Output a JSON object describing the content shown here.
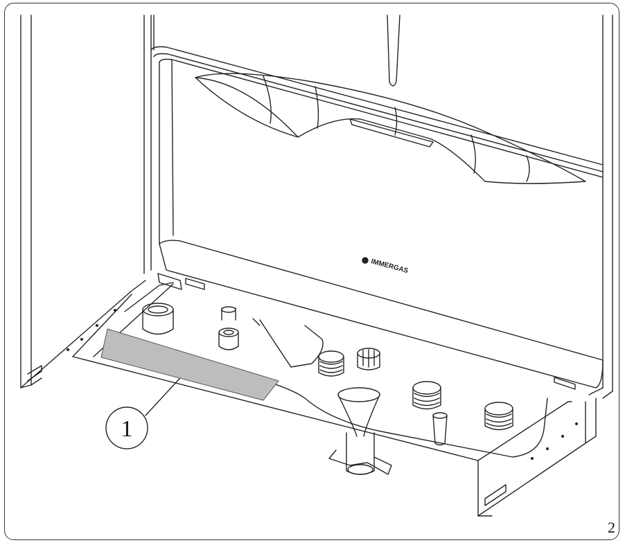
{
  "figure": {
    "brand_logo_text": "IMMERGAS",
    "callout_label": "1",
    "figure_number": "2"
  },
  "colors": {
    "label_area": "#bdbdbd",
    "line": "#222222",
    "background": "#ffffff"
  }
}
